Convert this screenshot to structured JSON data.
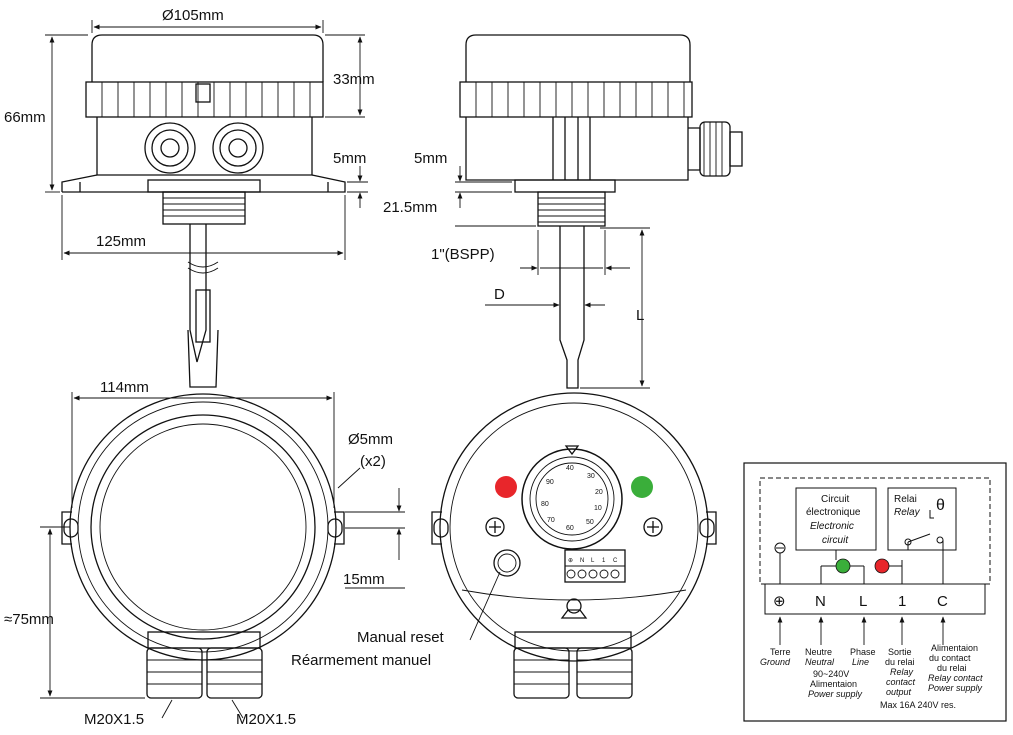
{
  "dimensions": {
    "diameter": "Ø105mm",
    "height_total": "66mm",
    "height_cap": "33mm",
    "flange_left": "5mm",
    "flange_right": "5mm",
    "thread_len": "21.5mm",
    "width_base": "125mm",
    "thread": "1\"(BSPP)",
    "probe_d": "D",
    "probe_l": "L",
    "width_front": "114mm",
    "hole": "Ø5mm",
    "hole_count": "(x2)",
    "hole_offset": "15mm",
    "height_front": "≈75mm",
    "gland_left": "M20X1.5",
    "gland_right": "M20X1.5"
  },
  "front_panel": {
    "reset_label_en": "Manual reset",
    "reset_label_fr": "Réarmement manuel",
    "dial_ticks": [
      "40",
      "30",
      "20",
      "10",
      "50",
      "60",
      "70",
      "80",
      "90"
    ],
    "strip_labels": [
      "⊕",
      "N",
      "L",
      "1",
      "C"
    ]
  },
  "wiring": {
    "circuit_fr1": "Circuit",
    "circuit_fr2": "électronique",
    "circuit_en1": "Electronic",
    "circuit_en2": "circuit",
    "relay_fr": "Relai",
    "relay_en": "Relay",
    "theta": "θ",
    "terminals": [
      "⊕",
      "N",
      "L",
      "1",
      "C"
    ],
    "ground_fr": "Terre",
    "ground_en": "Ground",
    "neutral_fr": "Neutre",
    "neutral_en": "Neutral",
    "phase_fr": "Phase",
    "phase_en": "Line",
    "out_fr1": "Sortie",
    "out_fr2": "du relai",
    "out_en1": "Relay",
    "out_en2": "contact",
    "out_en3": "output",
    "sup_fr1": "Alimentaion",
    "sup_fr2": "du contact",
    "sup_fr3": "du relai",
    "sup_en1": "Relay contact",
    "sup_en2": "Power supply",
    "voltage": "90~240V",
    "alim_fr": "Alimentaion",
    "alim_en": "Power supply",
    "rating": "Max 16A 240V res."
  },
  "colors": {
    "red_led": "#e8262b",
    "green_led": "#3aae3a"
  }
}
